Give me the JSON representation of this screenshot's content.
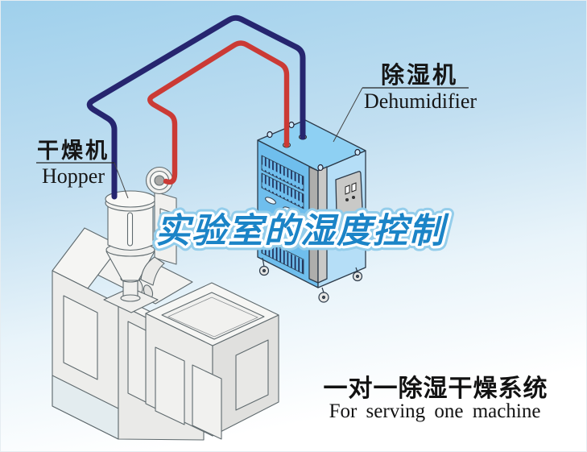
{
  "labels": {
    "hopper_zh": "干燥机",
    "hopper_en": "Hopper",
    "dehumidifier_zh": "除湿机",
    "dehumidifier_en": "Dehumidifier"
  },
  "title": {
    "text": "实验室的湿度控制"
  },
  "caption": {
    "zh": "一对一除湿干燥系统",
    "en": "For serving one machine"
  },
  "colors": {
    "sky_top": "#9fd0ec",
    "sky_bottom": "#ffffff",
    "cold_return_pipe": "#26256f",
    "hot_supply_pipe": "#cb3a35",
    "dehumidifier_left_face": "#6fbeed",
    "dehumidifier_right_face": "#b5def7",
    "dehumidifier_top_face": "#8ed0f3",
    "machine_body": "#ededeb",
    "title_fill": "#1b84c7",
    "title_outline": "#ffffff",
    "title_halo": "#93cdeb",
    "label_text": "#161616"
  }
}
